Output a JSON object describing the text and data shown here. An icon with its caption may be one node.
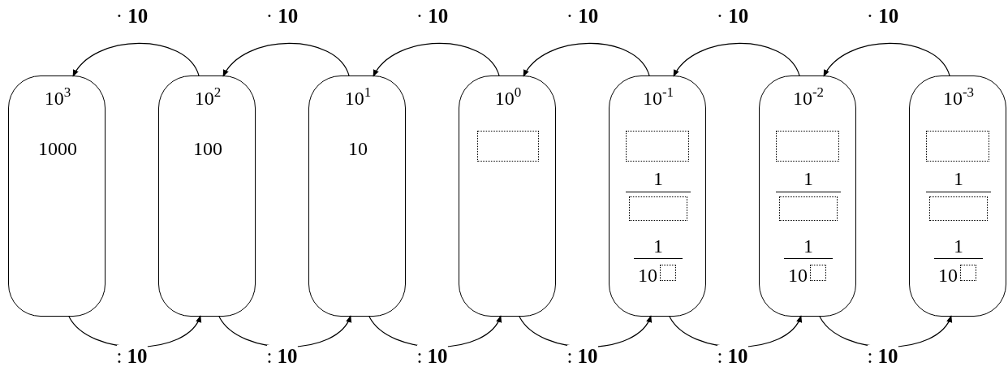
{
  "diagram": {
    "nodes": [
      {
        "text": [
          "10$^{3}$",
          "1000"
        ]
      },
      {
        "text": [
          "10$^{2}$",
          "100"
        ]
      },
      {
        "text": [
          "10$^{1}$",
          "10"
        ]
      },
      {
        "text": [
          "10$^{0}$"
        ]
      },
      {
        "text": [
          "10$^{-1}$",
          "1",
          "1",
          "10"
        ]
      },
      {
        "text": [
          "10$^{-2}$",
          "1",
          "1",
          "10"
        ]
      },
      {
        "text": [
          "10$^{-3}$",
          "1",
          "1",
          "10"
        ]
      }
    ],
    "edges": [
      {
        "from": 1,
        "to": 0,
        "arrow": "to",
        "label": "· **10**"
      },
      {
        "from": 2,
        "to": 1,
        "arrow": "to",
        "label": "· **10**"
      },
      {
        "from": 3,
        "to": 2,
        "arrow": "to",
        "label": "· **10**"
      },
      {
        "from": 4,
        "to": 3,
        "arrow": "to",
        "label": "· **10**"
      },
      {
        "from": 5,
        "to": 4,
        "arrow": "to",
        "label": "· **10**"
      },
      {
        "from": 6,
        "to": 5,
        "arrow": "to",
        "label": "· **10**"
      },
      {
        "from": 0,
        "to": 1,
        "arrow": "to",
        "label": ": **10**"
      },
      {
        "from": 1,
        "to": 2,
        "arrow": "to",
        "label": ": **10**"
      },
      {
        "from": 2,
        "to": 3,
        "arrow": "to",
        "label": ": **10**"
      },
      {
        "from": 3,
        "to": 4,
        "arrow": "to",
        "label": ": **10**"
      },
      {
        "from": 4,
        "to": 5,
        "arrow": "to",
        "label": ": **10**"
      },
      {
        "from": 5,
        "to": 6,
        "arrow": "to",
        "label": ": **10**"
      }
    ]
  }
}
